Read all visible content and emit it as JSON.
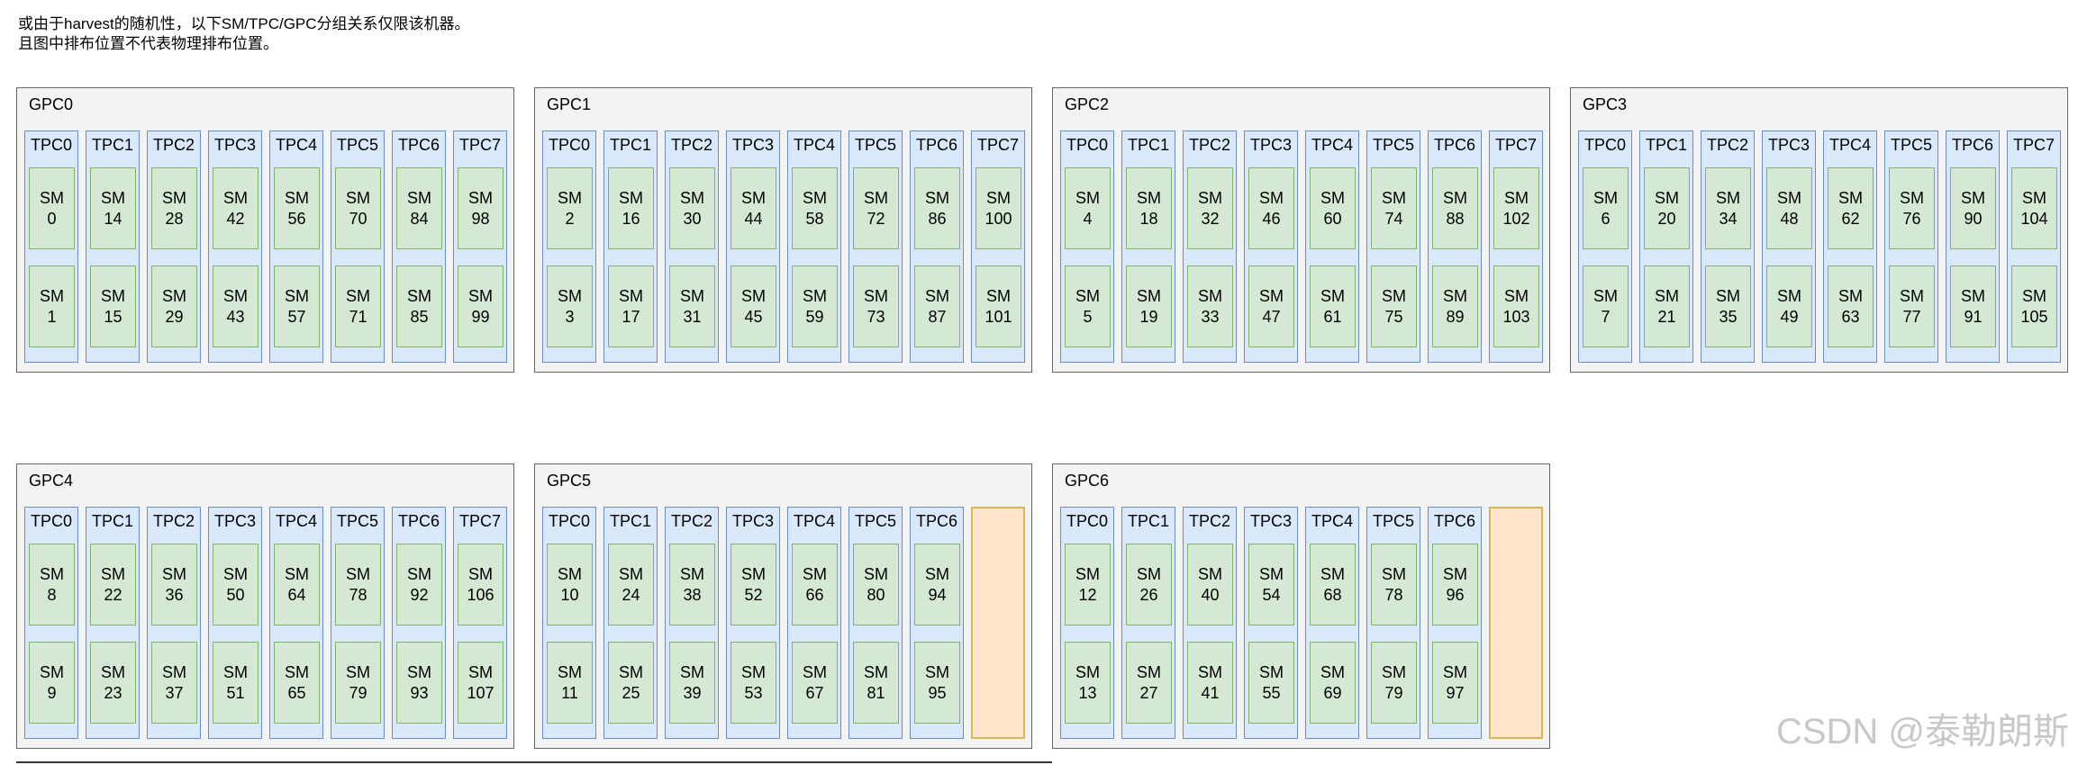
{
  "note_lines": [
    "或由于harvest的随机性，以下SM/TPC/GPC分组关系仅限该机器。",
    "且图中排布位置不代表物理排布位置。"
  ],
  "sm_label": "SM",
  "watermark": "CSDN @泰勒朗斯",
  "gpcs": [
    {
      "name": "GPC0",
      "tpcs": [
        [
          "TPC0",
          0,
          1
        ],
        [
          "TPC1",
          14,
          15
        ],
        [
          "TPC2",
          28,
          29
        ],
        [
          "TPC3",
          42,
          43
        ],
        [
          "TPC4",
          56,
          57
        ],
        [
          "TPC5",
          70,
          71
        ],
        [
          "TPC6",
          84,
          85
        ],
        [
          "TPC7",
          98,
          99
        ]
      ],
      "empty_slot": false
    },
    {
      "name": "GPC1",
      "tpcs": [
        [
          "TPC0",
          2,
          3
        ],
        [
          "TPC1",
          16,
          17
        ],
        [
          "TPC2",
          30,
          31
        ],
        [
          "TPC3",
          44,
          45
        ],
        [
          "TPC4",
          58,
          59
        ],
        [
          "TPC5",
          72,
          73
        ],
        [
          "TPC6",
          86,
          87
        ],
        [
          "TPC7",
          100,
          101
        ]
      ],
      "empty_slot": false
    },
    {
      "name": "GPC2",
      "tpcs": [
        [
          "TPC0",
          4,
          5
        ],
        [
          "TPC1",
          18,
          19
        ],
        [
          "TPC2",
          32,
          33
        ],
        [
          "TPC3",
          46,
          47
        ],
        [
          "TPC4",
          60,
          61
        ],
        [
          "TPC5",
          74,
          75
        ],
        [
          "TPC6",
          88,
          89
        ],
        [
          "TPC7",
          102,
          103
        ]
      ],
      "empty_slot": false
    },
    {
      "name": "GPC3",
      "tpcs": [
        [
          "TPC0",
          6,
          7
        ],
        [
          "TPC1",
          20,
          21
        ],
        [
          "TPC2",
          34,
          35
        ],
        [
          "TPC3",
          48,
          49
        ],
        [
          "TPC4",
          62,
          63
        ],
        [
          "TPC5",
          76,
          77
        ],
        [
          "TPC6",
          90,
          91
        ],
        [
          "TPC7",
          104,
          105
        ]
      ],
      "empty_slot": false
    },
    {
      "name": "GPC4",
      "tpcs": [
        [
          "TPC0",
          8,
          9
        ],
        [
          "TPC1",
          22,
          23
        ],
        [
          "TPC2",
          36,
          37
        ],
        [
          "TPC3",
          50,
          51
        ],
        [
          "TPC4",
          64,
          65
        ],
        [
          "TPC5",
          78,
          79
        ],
        [
          "TPC6",
          92,
          93
        ],
        [
          "TPC7",
          106,
          107
        ]
      ],
      "empty_slot": false
    },
    {
      "name": "GPC5",
      "tpcs": [
        [
          "TPC0",
          10,
          11
        ],
        [
          "TPC1",
          24,
          25
        ],
        [
          "TPC2",
          38,
          39
        ],
        [
          "TPC3",
          52,
          53
        ],
        [
          "TPC4",
          66,
          67
        ],
        [
          "TPC5",
          80,
          81
        ],
        [
          "TPC6",
          94,
          95
        ]
      ],
      "empty_slot": true
    },
    {
      "name": "GPC6",
      "tpcs": [
        [
          "TPC0",
          12,
          13
        ],
        [
          "TPC1",
          26,
          27
        ],
        [
          "TPC2",
          40,
          41
        ],
        [
          "TPC3",
          54,
          55
        ],
        [
          "TPC4",
          68,
          69
        ],
        [
          "TPC5",
          78,
          79
        ],
        [
          "TPC6",
          96,
          97
        ]
      ],
      "empty_slot": true
    }
  ]
}
